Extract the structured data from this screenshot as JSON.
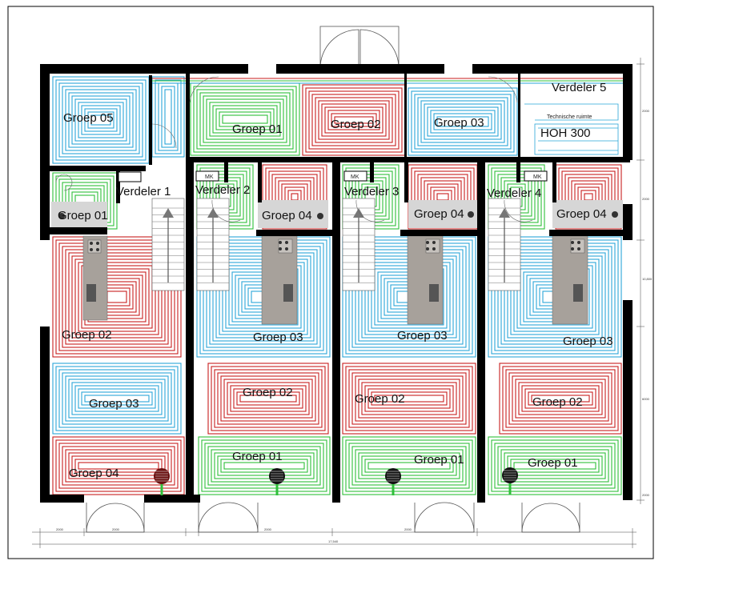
{
  "labels": {
    "verdeler_1": "Verdeler 1",
    "verdeler_2": "Verdeler 2",
    "verdeler_3": "Verdeler 3",
    "verdeler_4": "Verdeler 4",
    "verdeler_5": "Verdeler 5",
    "technische_ruimte": "Technische ruimte",
    "hoh": "HOH 300",
    "mk": "MK",
    "top_groep_01": "Groep 01",
    "top_groep_02": "Groep 02",
    "top_groep_03": "Groep 03",
    "top_groep_05": "Groep 05",
    "u1_groep_01": "Groep 01",
    "u1_groep_02": "Groep 02",
    "u1_groep_03": "Groep 03",
    "u1_groep_04": "Groep 04",
    "u2_groep_01": "Groep 01",
    "u2_groep_02": "Groep 02",
    "u2_groep_03": "Groep 03",
    "u2_groep_04": "Groep 04",
    "u3_groep_01": "Groep 01",
    "u3_groep_02": "Groep 02",
    "u3_groep_03": "Groep 03",
    "u3_groep_04": "Groep 04",
    "u4_groep_01": "Groep 01",
    "u4_groep_02": "Groep 02",
    "u4_groep_03": "Groep 03",
    "u4_groep_04": "Groep 04"
  },
  "dimensions": {
    "bottom": [
      "2000",
      "2000",
      "2000",
      "2000",
      "17,540"
    ],
    "right": [
      "2000",
      "2000",
      "10,800",
      "6000",
      "2000"
    ]
  },
  "colors": {
    "red": "#c81e1e",
    "green": "#2fbf3a",
    "blue": "#2aa6d8",
    "wall": "#000000",
    "kitchen": "#a7a19b",
    "floor_gray": "#d6d6d6"
  }
}
